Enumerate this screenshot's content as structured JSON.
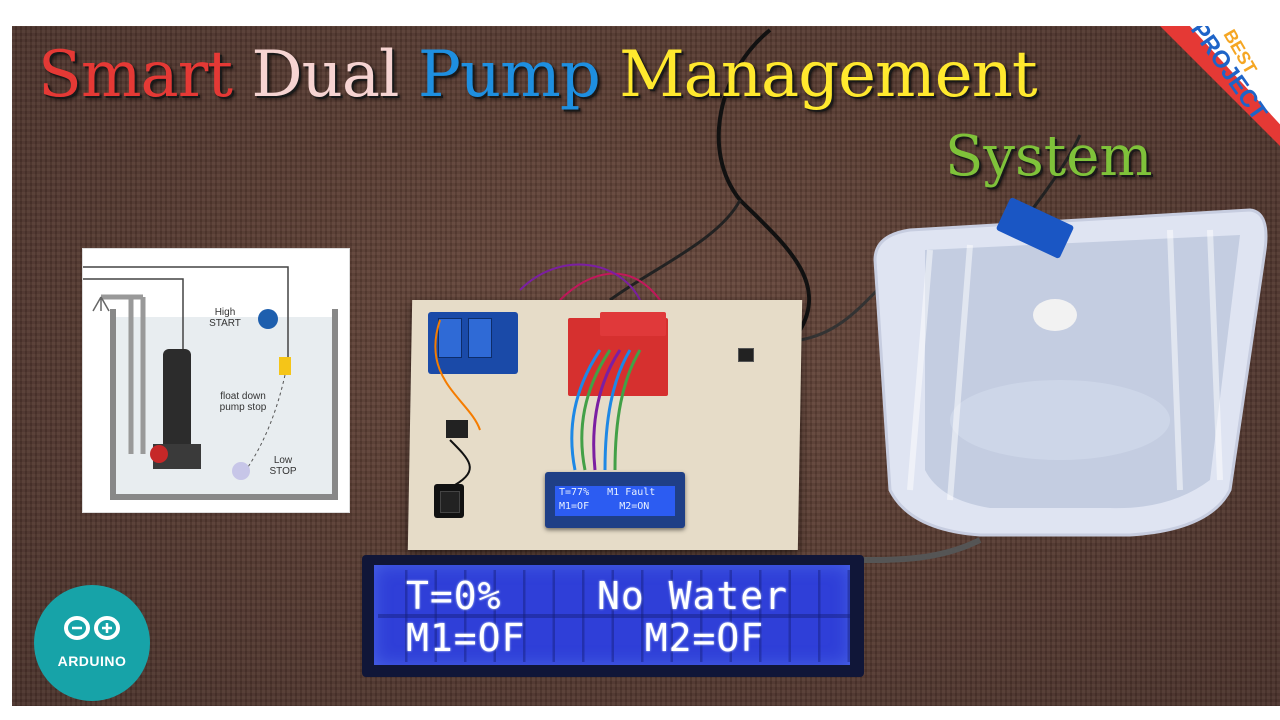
{
  "title": {
    "word1": "Smart",
    "word2": "Dual",
    "word3": "Pump",
    "word4": "Management",
    "word5": "System"
  },
  "badge": {
    "line1": "BEST",
    "line2": "PROJECT"
  },
  "diagram": {
    "high_label": "High\nSTART",
    "float_label": "float down\npump stop",
    "low_label": "Low\nSTOP"
  },
  "small_lcd": {
    "line1": "T=77%   M1 Fault",
    "line2": "M1=OF     M2=ON"
  },
  "big_lcd": {
    "line1": "T=0%    No Water",
    "line2": "M1=OF     M2=OF"
  },
  "logo": {
    "text": "ARDUINO"
  },
  "colors": {
    "smart": "#e53935",
    "dual": "#f6d4d2",
    "pump": "#1e8fe0",
    "management": "#ffe92e",
    "system": "#7fc23a",
    "lcd_blue": "#2f3fd8",
    "arduino_teal": "#17a3a8"
  }
}
